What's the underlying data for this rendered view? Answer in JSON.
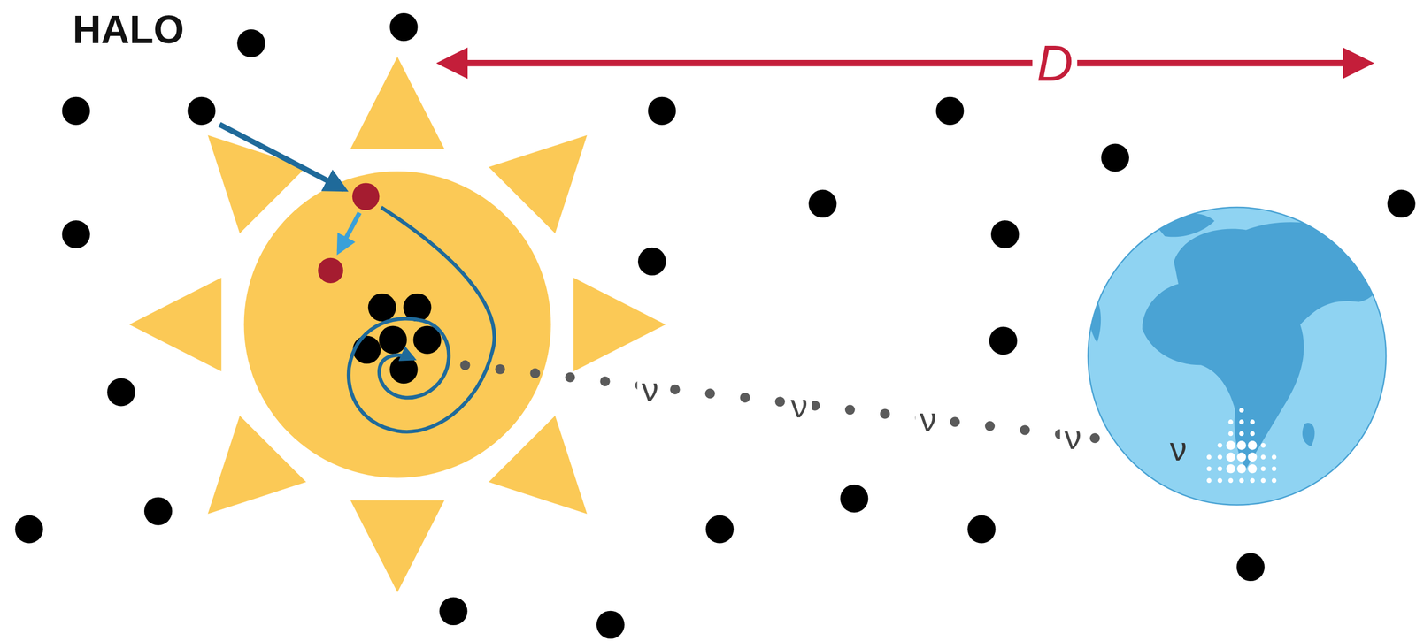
{
  "diagram": {
    "labels": [
      "HALO",
      "D",
      "ν",
      "ν",
      "ν",
      "ν",
      "ν"
    ]
  }
}
